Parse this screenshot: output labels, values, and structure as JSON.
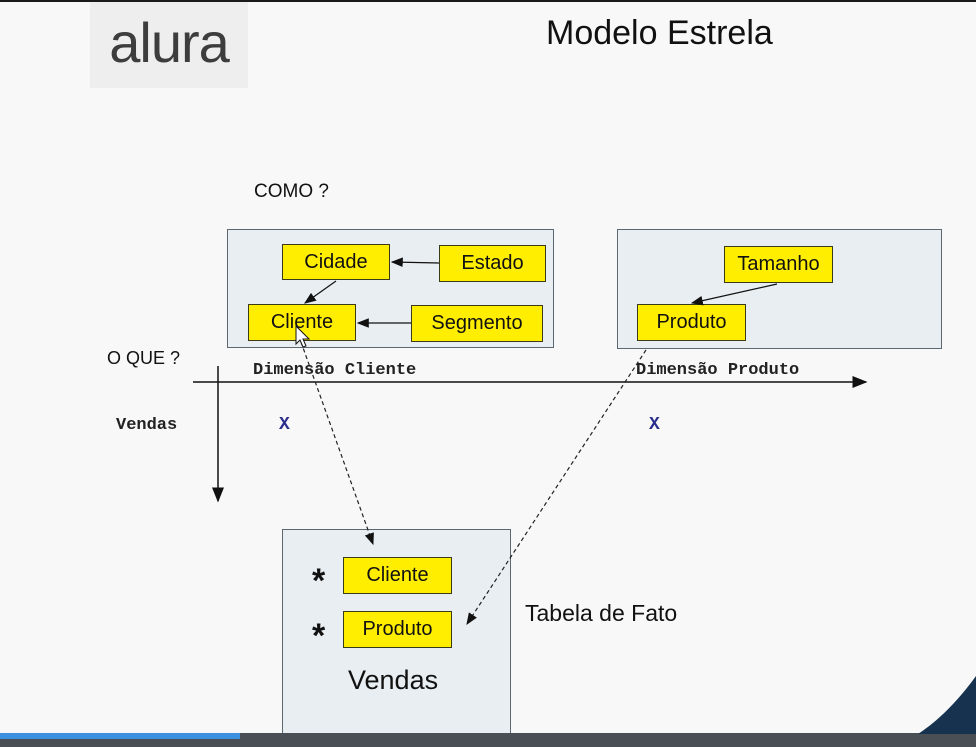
{
  "logo": "alura",
  "title": "Modelo Estrela",
  "labels": {
    "como": "COMO ?",
    "oque": "O QUE ?",
    "dim_cliente": "Dimensão Cliente",
    "dim_produto": "Dimensão Produto",
    "vendas_row": "Vendas",
    "x1": "X",
    "x2": "X"
  },
  "dim_cliente_boxes": {
    "cidade": "Cidade",
    "estado": "Estado",
    "cliente": "Cliente",
    "segmento": "Segmento"
  },
  "dim_produto_boxes": {
    "tamanho": "Tamanho",
    "produto": "Produto"
  },
  "fact": {
    "star": "*",
    "cliente": "Cliente",
    "produto": "Produto",
    "name": "Vendas",
    "caption": "Tabela de Fato"
  },
  "colors": {
    "box_fill": "#ffee00",
    "panel_fill": "#e8eef2",
    "x_mark": "#2a2e8c"
  }
}
